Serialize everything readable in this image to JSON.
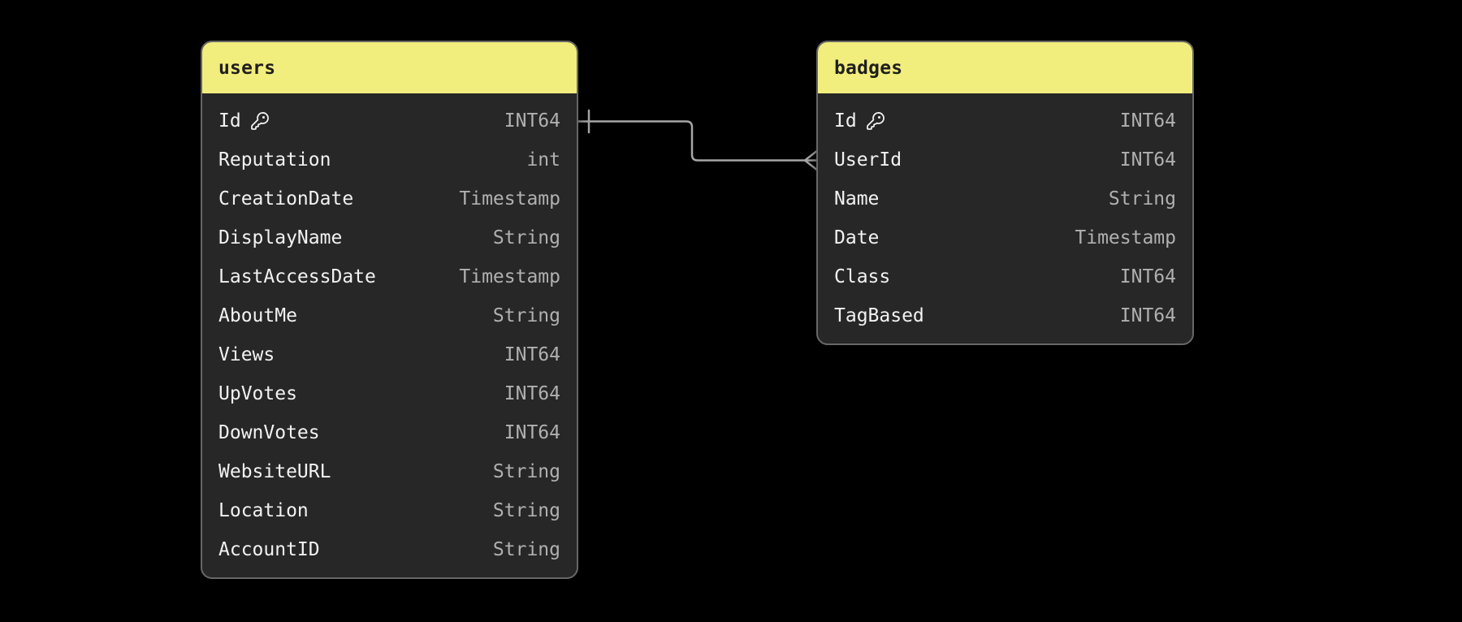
{
  "diagram_title": "",
  "tables": [
    {
      "name": "users",
      "columns": [
        {
          "name": "Id",
          "type": "INT64",
          "key": true
        },
        {
          "name": "Reputation",
          "type": "int",
          "key": false
        },
        {
          "name": "CreationDate",
          "type": "Timestamp",
          "key": false
        },
        {
          "name": "DisplayName",
          "type": "String",
          "key": false
        },
        {
          "name": "LastAccessDate",
          "type": "Timestamp",
          "key": false
        },
        {
          "name": "AboutMe",
          "type": "String",
          "key": false
        },
        {
          "name": "Views",
          "type": "INT64",
          "key": false
        },
        {
          "name": "UpVotes",
          "type": "INT64",
          "key": false
        },
        {
          "name": "DownVotes",
          "type": "INT64",
          "key": false
        },
        {
          "name": "WebsiteURL",
          "type": "String",
          "key": false
        },
        {
          "name": "Location",
          "type": "String",
          "key": false
        },
        {
          "name": "AccountID",
          "type": "String",
          "key": false
        }
      ]
    },
    {
      "name": "badges",
      "columns": [
        {
          "name": "Id",
          "type": "INT64",
          "key": true
        },
        {
          "name": "UserId",
          "type": "INT64",
          "key": false
        },
        {
          "name": "Name",
          "type": "String",
          "key": false
        },
        {
          "name": "Date",
          "type": "Timestamp",
          "key": false
        },
        {
          "name": "Class",
          "type": "INT64",
          "key": false
        },
        {
          "name": "TagBased",
          "type": "INT64",
          "key": false
        }
      ]
    }
  ],
  "relationship": {
    "from_table": "users",
    "from_column": "Id",
    "from_cardinality": "one",
    "to_table": "badges",
    "to_column": "UserId",
    "to_cardinality": "many"
  },
  "colors": {
    "canvas_background": "#000000",
    "header_yellow": "#f2ee7d",
    "table_body": "#272727",
    "table_border": "#676767",
    "header_text": "#1f1f1f",
    "field_text": "#f2f2f2",
    "type_text": "#b0b0b0",
    "relationship_line": "#a6a6a6"
  }
}
